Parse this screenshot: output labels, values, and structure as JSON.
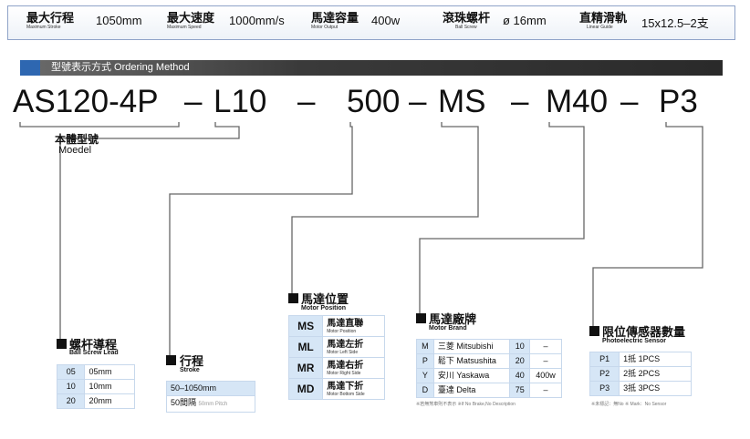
{
  "specs": [
    {
      "label": "最大行程",
      "sub": "Maximum Stroke",
      "value": "1050mm"
    },
    {
      "label": "最大速度",
      "sub": "Maximum Speed",
      "value": "1000mm/s"
    },
    {
      "label": "馬達容量",
      "sub": "Motor Output",
      "value": "400w"
    },
    {
      "label": "滾珠螺杆",
      "sub": "Ball Screw",
      "value": "ø  16mm"
    },
    {
      "label": "直精滑軌",
      "sub": "Linear Guide",
      "value": "15x12.5–2支"
    }
  ],
  "ordering": {
    "title": "型號表示方式  Ordering Method"
  },
  "model_code": {
    "base": "AS120-4P",
    "d1": "–",
    "stroke_code": "L10",
    "d2": "–",
    "length": "500",
    "d3": "–",
    "motor_pos": "MS",
    "d4": "–",
    "motor_brand": "M40",
    "d5": "–",
    "sensor": "P3"
  },
  "model": {
    "title": "本體型號",
    "sub": "Moedel"
  },
  "ball_screw": {
    "title": "螺杆導程",
    "sub": "Ball Screw Lead",
    "rows": [
      {
        "code": "05",
        "value": "05mm"
      },
      {
        "code": "10",
        "value": "10mm"
      },
      {
        "code": "20",
        "value": "20mm"
      }
    ]
  },
  "stroke": {
    "title": "行程",
    "sub": "Stroke",
    "range": "50–1050mm",
    "interval": "50間隔",
    "interval_sub": "50mm Pitch"
  },
  "motor_position": {
    "title": "馬達位置",
    "sub": "Motor Position",
    "rows": [
      {
        "code": "MS",
        "name": "馬達直聯",
        "sub": "Motor Position"
      },
      {
        "code": "ML",
        "name": "馬達左折",
        "sub": "Motor Left Side"
      },
      {
        "code": "MR",
        "name": "馬達右折",
        "sub": "Motor Right Side"
      },
      {
        "code": "MD",
        "name": "馬達下折",
        "sub": "Motor Bottom Side"
      }
    ]
  },
  "motor_brand": {
    "title": "馬達廠牌",
    "sub": "Motor Brand",
    "rows": [
      {
        "code": "M",
        "name": "三菱 Mitsubishi",
        "n": "10",
        "w": "–"
      },
      {
        "code": "P",
        "name": "鬆下 Matsushita",
        "n": "20",
        "w": "–"
      },
      {
        "code": "Y",
        "name": "安川 Yaskawa",
        "n": "40",
        "w": "400w"
      },
      {
        "code": "D",
        "name": "臺達 Delta",
        "n": "75",
        "w": "–"
      }
    ],
    "note": "※若無煞車則不表示 ※If No Brake,No Description"
  },
  "sensor": {
    "title": "限位傳感器數量",
    "sub": "Photoelectric Sensor",
    "rows": [
      {
        "code": "P1",
        "value": "1抵 1PCS"
      },
      {
        "code": "P2",
        "value": "2抵 2PCS"
      },
      {
        "code": "P3",
        "value": "3抵 3PCS"
      }
    ],
    "note": "※未標記：無No ※ Mark：No Sensor"
  }
}
